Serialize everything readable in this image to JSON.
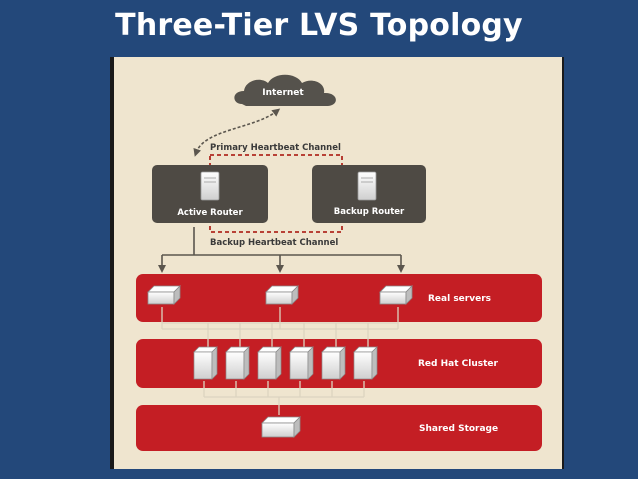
{
  "slide": {
    "title": "Three-Tier LVS Topology"
  },
  "diagram": {
    "internet_label": "Internet",
    "primary_heartbeat_label": "Primary Heartbeat Channel",
    "backup_heartbeat_label": "Backup Heartbeat Channel",
    "active_router_label": "Active Router",
    "backup_router_label": "Backup Router",
    "tiers": [
      {
        "label": "Real servers"
      },
      {
        "label": "Red Hat Cluster"
      },
      {
        "label": "Shared Storage"
      }
    ],
    "colors": {
      "background": "#23487a",
      "panel": "#efe5cf",
      "tier_band": "#c41e24",
      "router_box": "#4e4a44",
      "cloud": "#55524c",
      "heartbeat_dashed": "#b02a20"
    }
  }
}
